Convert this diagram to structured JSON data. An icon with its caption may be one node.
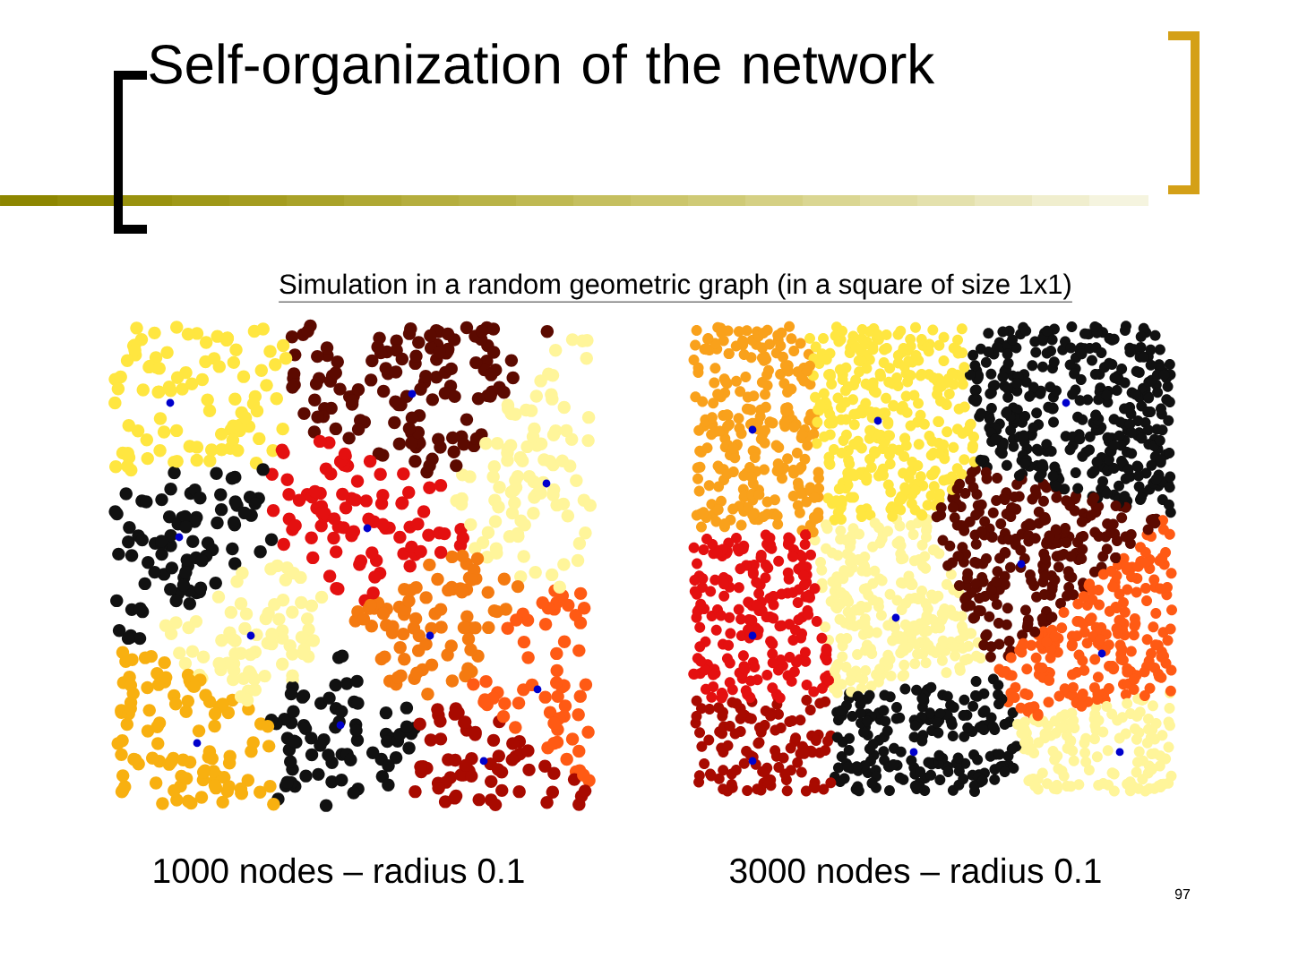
{
  "diagram": {
    "title": "Self-organization of the network",
    "labels": [
      "Simulation in a random geometric graph (in a square of size 1x1)",
      "1000 nodes – radius 0.1",
      "3000 nodes – radius 0.1",
      "97"
    ]
  }
}
